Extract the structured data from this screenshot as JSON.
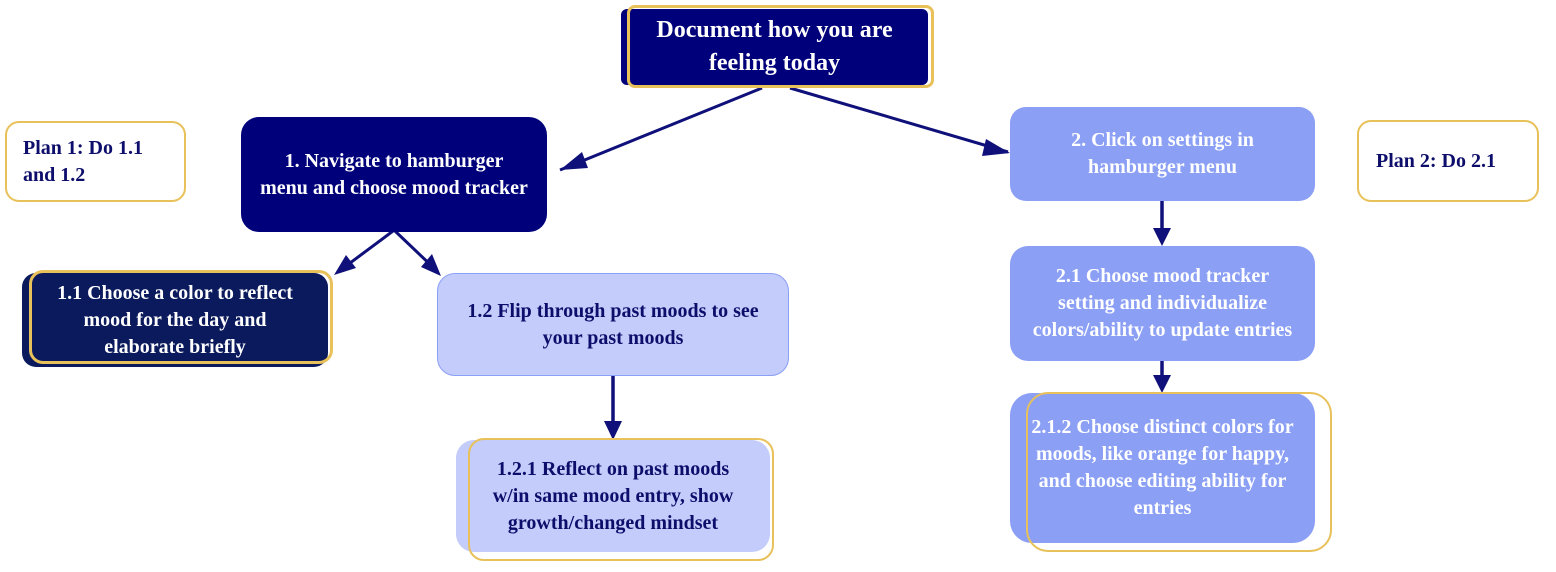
{
  "colors": {
    "navy": "#00007a",
    "dark_navy": "#0a1a5c",
    "periwinkle": "#8b9ff5",
    "lavender": "#c3ccfa",
    "gold_outline": "#e8c15a",
    "arrow": "#10107a"
  },
  "nodes": {
    "root": "Document how you are feeling today",
    "step1": "1. Navigate to hamburger menu and choose mood tracker",
    "step1_1": "1.1 Choose a color to reflect mood for the day and elaborate briefly",
    "step1_2": "1.2 Flip through past moods to see your past moods",
    "step1_2_1": "1.2.1 Reflect on past moods w/in same mood entry, show growth/changed mindset",
    "step2": "2. Click on settings in hamburger menu",
    "step2_1": "2.1 Choose mood tracker setting and individualize colors/ability to update entries",
    "step2_1_2": "2.1.2 Choose distinct colors for moods, like orange for happy, and choose editing ability for entries"
  },
  "plans": {
    "plan1": "Plan 1: Do 1.1 and 1.2",
    "plan2": "Plan 2: Do 2.1"
  }
}
